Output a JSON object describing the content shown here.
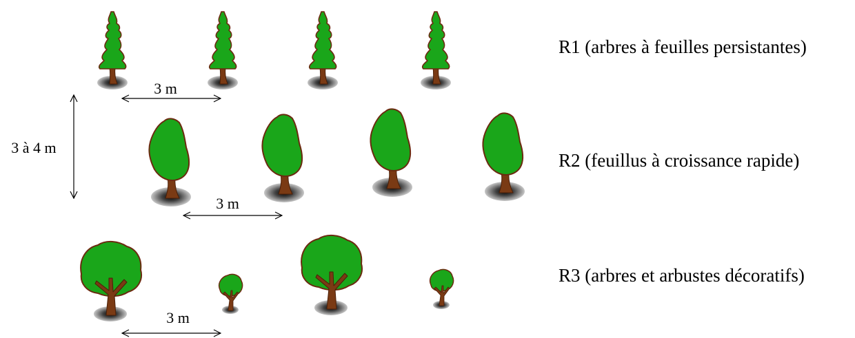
{
  "rows": [
    {
      "id": "R1",
      "label": "R1 (arbres à feuilles persistantes)",
      "tree_type": "conifer",
      "tree_count": 4
    },
    {
      "id": "R2",
      "label": "R2 (feuillus à croissance rapide)",
      "tree_type": "poplar",
      "tree_count": 4
    },
    {
      "id": "R3",
      "label": "R3 (arbres et arbustes décoratifs)",
      "tree_type": "alternating large tree and small shrub",
      "tree_count": 4
    }
  ],
  "dimensions": {
    "tree_spacing_r1": "3 m",
    "tree_spacing_r2": "3 m",
    "tree_spacing_r3": "3 m",
    "row_spacing": "3 à 4 m"
  },
  "colors": {
    "foliage": "#1aa61a",
    "foliage_outline": "#6b2a10",
    "trunk": "#7a3a14",
    "shadow": "#555555",
    "text": "#000000"
  }
}
